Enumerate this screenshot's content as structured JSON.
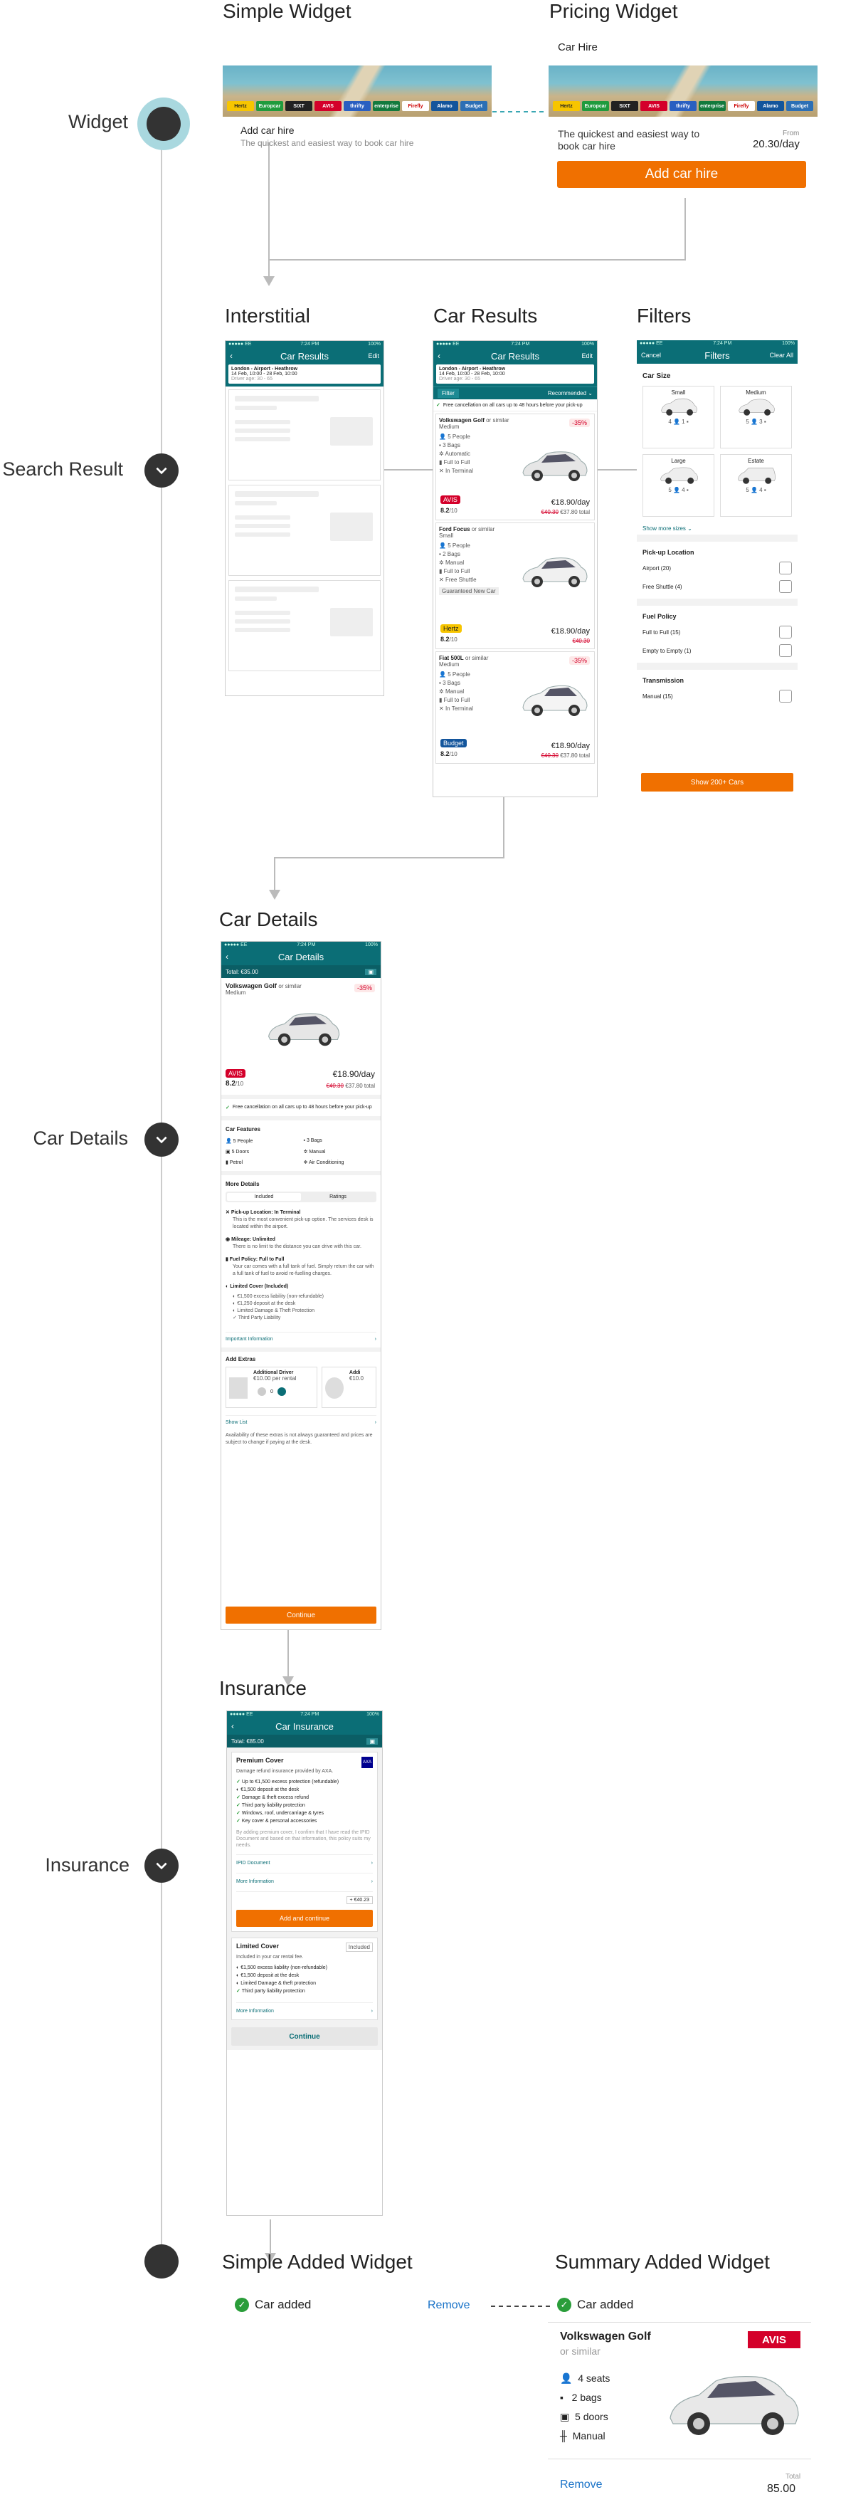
{
  "sections": {
    "widget": "Widget",
    "search_result": "Search Result",
    "car_details": "Car Details",
    "insurance": "Insurance"
  },
  "titles": {
    "simple_widget": "Simple Widget",
    "pricing_widget": "Pricing Widget",
    "interstitial": "Interstitial",
    "car_results": "Car Results",
    "filters": "Filters",
    "car_details": "Car Details",
    "insurance": "Insurance",
    "simple_added_widget": "Simple Added Widget",
    "summary_added_widget": "Summary Added Widget"
  },
  "simple_widget": {
    "heading": "Add car hire",
    "subtitle": "The quickest and easiest way to book car hire"
  },
  "pricing_widget": {
    "car_hire_label": "Car Hire",
    "subtitle": "The quickest and easiest way to book car hire",
    "from_label": "From",
    "price": "20.30/day",
    "button": "Add car hire"
  },
  "brand_logos": [
    "Hertz",
    "Europcar",
    "SIXT",
    "AVIS",
    "thrifty",
    "enterprise",
    "Firefly",
    "Alamo",
    "Budget"
  ],
  "colors": {
    "teal": "#0b6e76",
    "orange": "#f07000",
    "green": "#2a9d3a",
    "avis_red": "#d4002a",
    "link_blue": "#1a73c8"
  },
  "phone": {
    "carrier": "●●●●● EE",
    "time": "7:24 PM",
    "battery": "100%"
  },
  "interstitial": {
    "nav_title": "Car Results",
    "nav_right": "Edit",
    "search_location": "London - Airport - Heathrow",
    "search_dates": "14 Feb, 10:00 - 28 Feb, 10:00",
    "search_age": "Driver age: 30 - 65"
  },
  "car_results": {
    "nav_title": "Car Results",
    "nav_right": "Edit",
    "search_location": "London - Airport - Heathrow",
    "search_dates": "14 Feb, 10:00 - 28 Feb, 10:00",
    "search_age": "Driver age: 30 - 65",
    "filter_label": "Filter",
    "sort_label": "Recommended",
    "free_cancel": "Free cancellation on all cars up to 48 hours before your pick-up",
    "cars": [
      {
        "name": "Volkswagen Golf",
        "similar": "or similar",
        "category": "Medium",
        "discount": "-35%",
        "features": [
          "5 People",
          "3 Bags",
          "Automatic",
          "Full to Full",
          "In Terminal"
        ],
        "supplier": "AVIS",
        "rating": "8.2",
        "rating_max": "/10",
        "price": "€18.90/day",
        "old_price": "€40.30",
        "total": "€37.80 total"
      },
      {
        "name": "Ford Focus",
        "similar": "or similar",
        "category": "Small",
        "discount": "",
        "features": [
          "5 People",
          "2 Bags",
          "Manual",
          "Full to Full",
          "Free Shuttle"
        ],
        "tag": "Guaranteed New Car",
        "supplier": "Hertz",
        "rating": "8.2",
        "rating_max": "/10",
        "price": "€18.90/day",
        "old_price": "€40.30",
        "total": ""
      },
      {
        "name": "Fiat 500L",
        "similar": "or similar",
        "category": "Medium",
        "discount": "-35%",
        "features": [
          "5 People",
          "3 Bags",
          "Manual",
          "Full to Full",
          "In Terminal"
        ],
        "supplier": "Budget",
        "rating": "8.2",
        "rating_max": "/10",
        "price": "€18.90/day",
        "old_price": "€40.30",
        "total": "€37.80 total"
      }
    ]
  },
  "filters": {
    "nav_left": "Cancel",
    "nav_title": "Filters",
    "nav_right": "Clear All",
    "car_size_heading": "Car Size",
    "sizes": [
      {
        "label": "Small",
        "people": "4",
        "bags": "1"
      },
      {
        "label": "Medium",
        "people": "5",
        "bags": "3"
      },
      {
        "label": "Large",
        "people": "5",
        "bags": "4"
      },
      {
        "label": "Estate",
        "people": "5",
        "bags": "4"
      }
    ],
    "show_more": "Show more sizes",
    "pickup_heading": "Pick-up Location",
    "pickup_options": [
      "Airport (20)",
      "Free Shuttle (4)"
    ],
    "fuel_heading": "Fuel Policy",
    "fuel_options": [
      "Full to Full (15)",
      "Empty to Empty (1)"
    ],
    "transmission_heading": "Transmission",
    "transmission_options": [
      "Manual (15)"
    ],
    "button": "Show 200+ Cars"
  },
  "car_details": {
    "nav_title": "Car Details",
    "total": "Total: €35.00",
    "name": "Volkswagen Golf",
    "similar": "or similar",
    "category": "Medium",
    "discount": "-35%",
    "supplier": "AVIS",
    "rating": "8.2",
    "rating_max": "/10",
    "price": "€18.90/day",
    "old_price": "€40.30",
    "total_price": "€37.80 total",
    "free_cancel": "Free cancellation on all cars up to 48 hours before your pick-up",
    "features_heading": "Car Features",
    "features": [
      "5 People",
      "3 Bags",
      "5 Doors",
      "Manual",
      "Petrol",
      "Air Conditioning"
    ],
    "more_heading": "More Details",
    "tabs": [
      "Included",
      "Ratings"
    ],
    "details": [
      {
        "title": "Pick-up Location: In Terminal",
        "text": "This is the most convenient pick-up option. The services desk is located within the airport."
      },
      {
        "title": "Mileage: Unlimited",
        "text": "There is no limit to the distance you can drive with this car."
      },
      {
        "title": "Fuel Policy: Full to Full",
        "text": "Your car comes with a full tank of fuel. Simply return the car with a full tank of fuel to avoid re-fuelling charges."
      },
      {
        "title": "Limited Cover (Included)",
        "text": ""
      }
    ],
    "cover_items": [
      "€1,500 excess liability (non-refundable)",
      "€1,250 deposit at the desk",
      "Limited Damage & Theft Protection",
      "Third Party Liability"
    ],
    "important_link": "Important Information",
    "extras_heading": "Add Extras",
    "extra_name": "Additional Driver",
    "extra_price": "€10.00 per rental",
    "extra_count": "0",
    "extra_name_2": "Addi",
    "extra_price_2": "€10.0",
    "show_list": "Show List",
    "disclaimer": "Availability of these extras is not always guaranteed and prices are subject to change if paying at the desk.",
    "button": "Continue"
  },
  "insurance": {
    "nav_title": "Car Insurance",
    "total": "Total: €85.00",
    "premium_heading": "Premium Cover",
    "premium_sub": "Damage refund insurance provided by AXA.",
    "premium_items": [
      "Up to €1,500 excess protection (refundable)",
      "€1,500 deposit at the desk",
      "Damage & theft excess refund",
      "Third party liability protection",
      "Windows, roof, undercarriage & tyres",
      "Key cover & personal accessories"
    ],
    "premium_note": "By adding premium cover, I confirm that I have read the IPID Document and based on that information, this policy suits my needs.",
    "ipid_link": "IPID Document",
    "more_info": "More Information",
    "price": "+ €40.23",
    "add_button": "Add and continue",
    "limited_heading": "Limited Cover",
    "limited_badge": "Included",
    "limited_sub": "Included in your car rental fee.",
    "limited_items": [
      "€1,500 excess liability (non-refundable)",
      "€1,500 deposit at the desk",
      "Limited Damage & theft protection",
      "Third party liability protection"
    ],
    "more_info_2": "More Information",
    "continue_button": "Continue"
  },
  "simple_added": {
    "label": "Car added",
    "remove": "Remove"
  },
  "summary_added": {
    "label": "Car added",
    "name": "Volkswagen Golf",
    "similar": "or similar",
    "supplier": "AVIS",
    "features": [
      "4 seats",
      "2 bags",
      "5 doors",
      "Manual"
    ],
    "remove": "Remove",
    "total_label": "Total",
    "total": "85.00"
  }
}
